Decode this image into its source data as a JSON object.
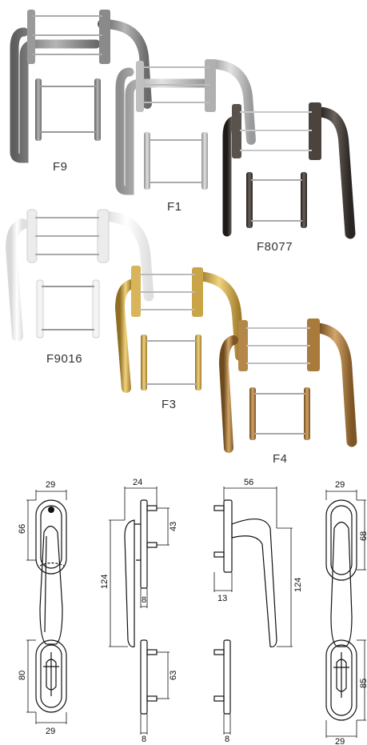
{
  "finishes": [
    {
      "code": "F9",
      "color": "#8c8c8c"
    },
    {
      "code": "F1",
      "color": "#b8b8b8"
    },
    {
      "code": "F8077",
      "color": "#3a3430"
    },
    {
      "code": "F9016",
      "color": "#f2f2f2"
    },
    {
      "code": "F3",
      "color": "#c9a548"
    },
    {
      "code": "F4",
      "color": "#a87a3c"
    }
  ],
  "drawing": {
    "front_view": {
      "top_width": "29",
      "top_height": "66",
      "bottom_height": "80",
      "bottom_width": "29"
    },
    "side_view_left": {
      "depth": "24",
      "spindle_spacing": "43",
      "handle_length": "124",
      "rose_thickness": "8",
      "plate_spacing": "63",
      "plate_thickness": "8"
    },
    "side_view_right": {
      "reach": "56",
      "rose_thickness": "13",
      "handle_length": "124",
      "plate_thickness": "8"
    },
    "back_view": {
      "top_width": "29",
      "top_height": "68",
      "bottom_height": "85",
      "bottom_width": "29"
    }
  }
}
